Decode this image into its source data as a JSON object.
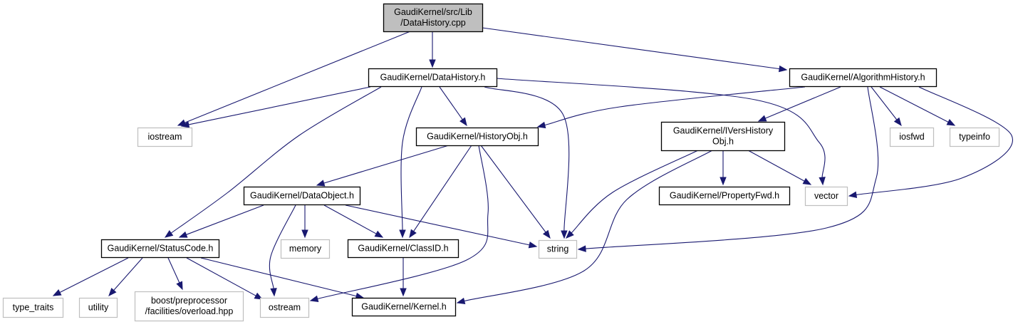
{
  "diagram": {
    "title": "Include dependency graph for DataHistory.cpp",
    "colors": {
      "edge": "#191970",
      "root_fill": "#bfbfbf",
      "root_stroke": "#000000",
      "documented_stroke": "#000000",
      "external_stroke": "#bfbfbf",
      "node_fill": "#ffffff"
    },
    "nodes": [
      {
        "id": "root",
        "lines": [
          "GaudiKernel/src/Lib",
          "/DataHistory.cpp"
        ],
        "kind": "root"
      },
      {
        "id": "datahistory_h",
        "lines": [
          "GaudiKernel/DataHistory.h"
        ],
        "kind": "documented"
      },
      {
        "id": "algorithmhistory_h",
        "lines": [
          "GaudiKernel/AlgorithmHistory.h"
        ],
        "kind": "documented"
      },
      {
        "id": "iostream",
        "lines": [
          "iostream"
        ],
        "kind": "external"
      },
      {
        "id": "historyobj_h",
        "lines": [
          "GaudiKernel/HistoryObj.h"
        ],
        "kind": "documented"
      },
      {
        "id": "iversionhistoryobj_h",
        "lines": [
          "GaudiKernel/IVersHistory",
          "Obj.h"
        ],
        "kind": "documented"
      },
      {
        "id": "iosfwd",
        "lines": [
          "iosfwd"
        ],
        "kind": "external"
      },
      {
        "id": "typeinfo",
        "lines": [
          "typeinfo"
        ],
        "kind": "external"
      },
      {
        "id": "dataobject_h",
        "lines": [
          "GaudiKernel/DataObject.h"
        ],
        "kind": "documented"
      },
      {
        "id": "propertyfwd_h",
        "lines": [
          "GaudiKernel/PropertyFwd.h"
        ],
        "kind": "documented"
      },
      {
        "id": "vector",
        "lines": [
          "vector"
        ],
        "kind": "external"
      },
      {
        "id": "statuscode_h",
        "lines": [
          "GaudiKernel/StatusCode.h"
        ],
        "kind": "documented"
      },
      {
        "id": "memory",
        "lines": [
          "memory"
        ],
        "kind": "external"
      },
      {
        "id": "classid_h",
        "lines": [
          "GaudiKernel/ClassID.h"
        ],
        "kind": "documented"
      },
      {
        "id": "string",
        "lines": [
          "string"
        ],
        "kind": "external"
      },
      {
        "id": "type_traits",
        "lines": [
          "type_traits"
        ],
        "kind": "external"
      },
      {
        "id": "utility",
        "lines": [
          "utility"
        ],
        "kind": "external"
      },
      {
        "id": "boost_overload",
        "lines": [
          "boost/preprocessor",
          "/facilities/overload.hpp"
        ],
        "kind": "external"
      },
      {
        "id": "ostream",
        "lines": [
          "ostream"
        ],
        "kind": "external"
      },
      {
        "id": "kernel_h",
        "lines": [
          "GaudiKernel/Kernel.h"
        ],
        "kind": "documented"
      }
    ],
    "edges": [
      {
        "from": "root",
        "to": "datahistory_h"
      },
      {
        "from": "root",
        "to": "algorithmhistory_h"
      },
      {
        "from": "root",
        "to": "iostream"
      },
      {
        "from": "datahistory_h",
        "to": "iostream"
      },
      {
        "from": "datahistory_h",
        "to": "historyobj_h"
      },
      {
        "from": "datahistory_h",
        "to": "statuscode_h"
      },
      {
        "from": "datahistory_h",
        "to": "classid_h"
      },
      {
        "from": "datahistory_h",
        "to": "string"
      },
      {
        "from": "datahistory_h",
        "to": "vector"
      },
      {
        "from": "algorithmhistory_h",
        "to": "historyobj_h"
      },
      {
        "from": "algorithmhistory_h",
        "to": "iversionhistoryobj_h"
      },
      {
        "from": "algorithmhistory_h",
        "to": "iosfwd"
      },
      {
        "from": "algorithmhistory_h",
        "to": "typeinfo"
      },
      {
        "from": "algorithmhistory_h",
        "to": "vector"
      },
      {
        "from": "algorithmhistory_h",
        "to": "string"
      },
      {
        "from": "historyobj_h",
        "to": "dataobject_h"
      },
      {
        "from": "historyobj_h",
        "to": "classid_h"
      },
      {
        "from": "historyobj_h",
        "to": "string"
      },
      {
        "from": "historyobj_h",
        "to": "ostream"
      },
      {
        "from": "iversionhistoryobj_h",
        "to": "propertyfwd_h"
      },
      {
        "from": "iversionhistoryobj_h",
        "to": "vector"
      },
      {
        "from": "iversionhistoryobj_h",
        "to": "string"
      },
      {
        "from": "iversionhistoryobj_h",
        "to": "kernel_h"
      },
      {
        "from": "dataobject_h",
        "to": "statuscode_h"
      },
      {
        "from": "dataobject_h",
        "to": "memory"
      },
      {
        "from": "dataobject_h",
        "to": "classid_h"
      },
      {
        "from": "dataobject_h",
        "to": "string"
      },
      {
        "from": "dataobject_h",
        "to": "ostream"
      },
      {
        "from": "statuscode_h",
        "to": "type_traits"
      },
      {
        "from": "statuscode_h",
        "to": "utility"
      },
      {
        "from": "statuscode_h",
        "to": "boost_overload"
      },
      {
        "from": "statuscode_h",
        "to": "ostream"
      },
      {
        "from": "statuscode_h",
        "to": "kernel_h"
      },
      {
        "from": "classid_h",
        "to": "kernel_h"
      }
    ]
  }
}
